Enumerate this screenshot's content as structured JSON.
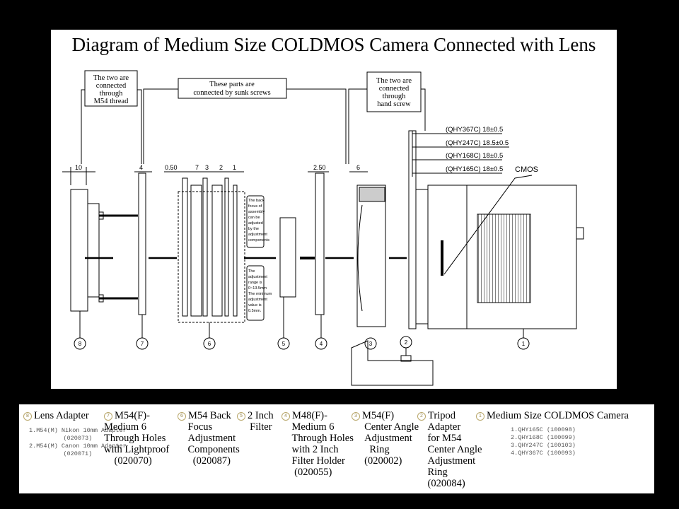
{
  "title": "Diagram of Medium Size COLDMOS Camera Connected with Lens",
  "callouts": {
    "m54_thread": [
      "The two are",
      "connected",
      "through",
      "M54 thread"
    ],
    "sunk_screws": [
      "These parts are",
      "connected by sunk screws"
    ],
    "hand_screw": [
      "The two are",
      "connected",
      "through",
      "hand screw"
    ],
    "back_focus_note": [
      "The back",
      "focus of",
      "assembly",
      "can be",
      "adjusted",
      "by the",
      "adjustment",
      "components"
    ],
    "range_note": [
      "The",
      "adjustment",
      "range is",
      "0~13.5mm",
      "The minimum",
      "adjustment",
      "value is",
      "0.5mm."
    ]
  },
  "dimensions": [
    "10",
    "4",
    "0.50",
    "7",
    "3",
    "2",
    "1",
    "2.50",
    "6"
  ],
  "back_focus": [
    {
      "model": "(QHY367C)",
      "value": "18±0.5"
    },
    {
      "model": "(QHY247C)",
      "value": "18.5±0.5"
    },
    {
      "model": "(QHY168C)",
      "value": "18±0.5"
    },
    {
      "model": "(QHY165C)",
      "value": "18±0.5"
    }
  ],
  "cmos_label": "CMOS",
  "part_numbers": [
    "8",
    "7",
    "6",
    "5",
    "4",
    "3",
    "2",
    "1"
  ],
  "legend": [
    {
      "num": "8",
      "lines": [
        "Lens Adapter"
      ],
      "sub": [
        "1.M54(M) Nikon 10mm Adapter",
        "(020073)",
        "2.M54(M) Canon 10mm Adapter",
        "(020071)"
      ]
    },
    {
      "num": "7",
      "lines": [
        "M54(F)-",
        "Medium 6",
        "Through Holes",
        "with Lightproof",
        "(020070)"
      ]
    },
    {
      "num": "6",
      "lines": [
        "M54 Back",
        "Focus",
        "Adjustment",
        "Components",
        "(020087)"
      ]
    },
    {
      "num": "5",
      "lines": [
        "2 Inch",
        "Filter"
      ]
    },
    {
      "num": "4",
      "lines": [
        "M48(F)-",
        "Medium 6",
        "Through Holes",
        "with 2 Inch",
        "Filter Holder",
        "(020055)"
      ]
    },
    {
      "num": "3",
      "lines": [
        "M54(F)",
        "Center Angle",
        "Adjustment",
        "Ring",
        "(020002)"
      ]
    },
    {
      "num": "2",
      "lines": [
        "Tripod",
        "Adapter",
        "for M54",
        "Center Angle",
        "Adjustment",
        "Ring",
        "(020084)"
      ]
    },
    {
      "num": "1",
      "lines": [
        "Medium Size COLDMOS Camera"
      ],
      "sub": [
        "1.QHY165C (100098)",
        "2.QHY168C (100099)",
        "3.QHY247C (100103)",
        "4.QHY367C (100093)"
      ]
    }
  ]
}
